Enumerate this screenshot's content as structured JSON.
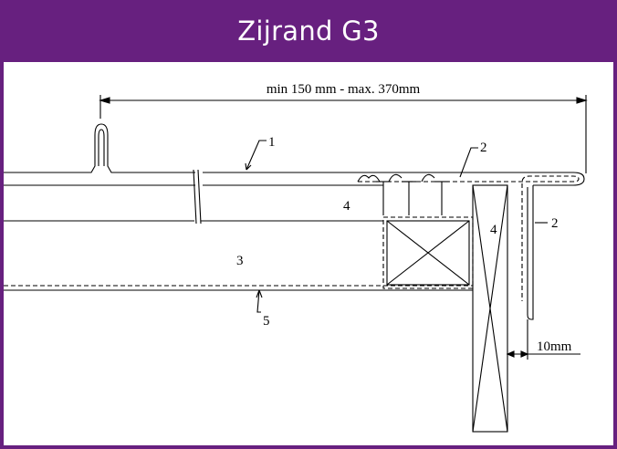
{
  "header": {
    "title": "Zijrand G3",
    "background_color": "#67207f",
    "text_color": "#ffffff"
  },
  "drawing": {
    "dimension_width": "min 150 mm - max. 370mm",
    "dimension_gap": "10mm",
    "labels": {
      "label_1": "1",
      "label_2_top": "2",
      "label_2_side": "2",
      "label_3": "3",
      "label_4_left": "4",
      "label_4_right": "4",
      "label_5": "5"
    }
  }
}
